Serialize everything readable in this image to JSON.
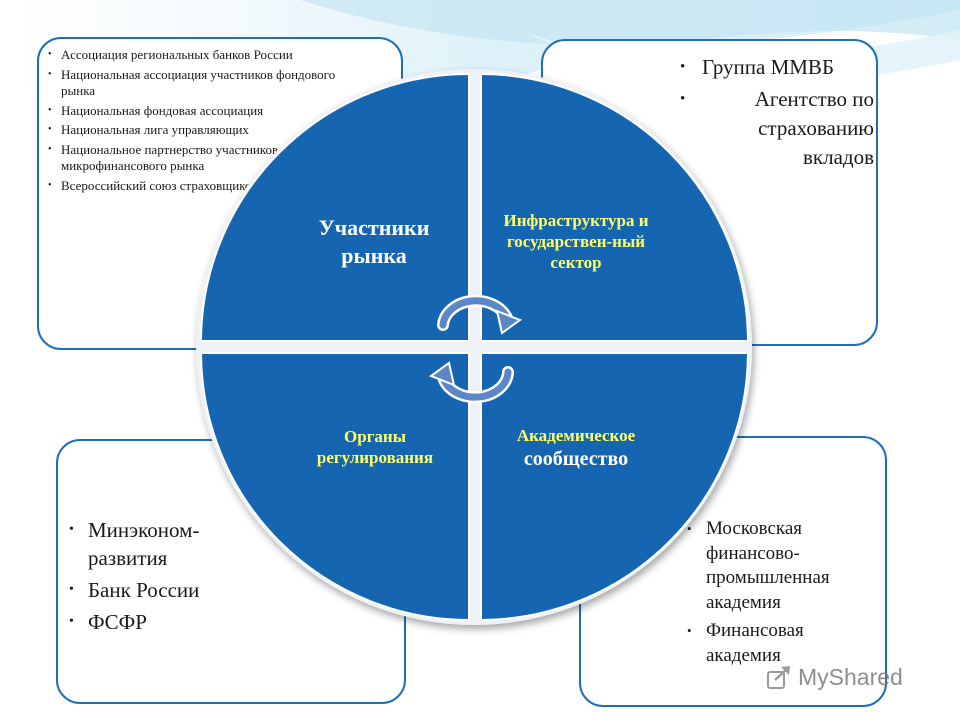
{
  "quadrants": {
    "top_left": "Участники рынка",
    "top_right": "Инфраструктура и государствен-ный сектор",
    "bottom_left": "Органы регулирования",
    "bottom_right_line1": "Академическое",
    "bottom_right_line2": "сообщество"
  },
  "boxes": {
    "top_left": [
      "Ассоциация региональных банков России",
      "Национальная ассоциация участников фондового рынка",
      "Национальная фондовая ассоциация",
      "Национальная лига управляющих",
      "Национальное партнерство участников микрофинансового рынка",
      "Всероссийский союз страховщиков"
    ],
    "top_right": [
      "Группа ММВБ",
      "Агентство по страхованию вкладов"
    ],
    "bottom_left": [
      "Минэконом-развития",
      "Банк России",
      "ФСФР"
    ],
    "bottom_right": [
      "Московская финансово-промышленная академия",
      "Финансовая академия"
    ]
  },
  "watermark": "MyShared",
  "colors": {
    "quadrant_fill": "#1565b0",
    "box_border": "#1f6fb8",
    "label_yellow": "#ffff66",
    "arrow": "#5b86c8"
  }
}
